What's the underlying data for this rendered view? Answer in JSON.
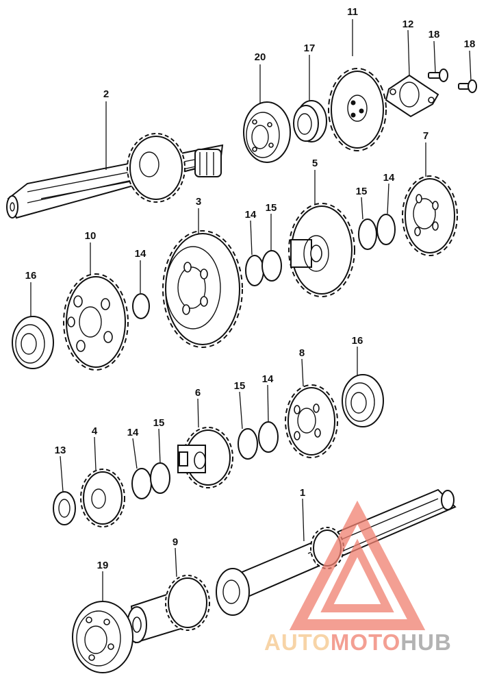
{
  "callouts": {
    "c1": "1",
    "c2": "2",
    "c3": "3",
    "c4": "4",
    "c5": "5",
    "c6": "6",
    "c7": "7",
    "c8": "8",
    "c9": "9",
    "c10": "10",
    "c11": "11",
    "c12": "12",
    "c13": "13",
    "c14a": "14",
    "c14b": "14",
    "c14c": "14",
    "c14d": "14",
    "c14e": "14",
    "c15a": "15",
    "c15b": "15",
    "c15c": "15",
    "c15d": "15",
    "c16a": "16",
    "c16b": "16",
    "c17": "17",
    "c18a": "18",
    "c18b": "18",
    "c19": "19",
    "c20": "20"
  },
  "watermark": {
    "part1": "AUTO",
    "part2": "MOTO",
    "part3": "HUB",
    "colors": {
      "accent": "#f08070",
      "secondary": "#f5c68a",
      "tertiary": "#9a9a9a"
    }
  }
}
